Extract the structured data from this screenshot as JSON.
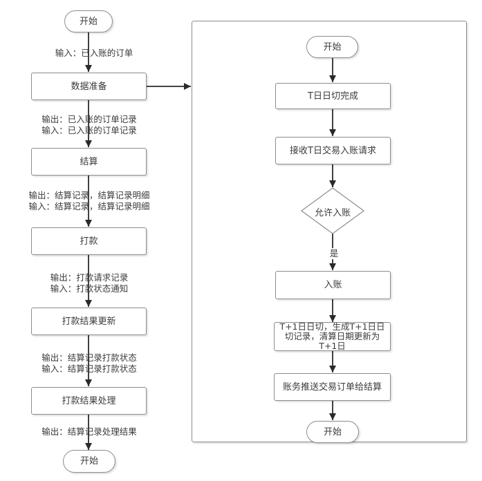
{
  "diagram": {
    "left_flow": {
      "start_label": "开始",
      "input_orders_label": "输入：已入账的订单",
      "data_prep": "数据准备",
      "out_posted_orders": "输出：已入账的订单记录",
      "in_posted_orders": "输入：已入账的订单记录",
      "settlement": "结算",
      "out_settlement_records": "输出：结算记录，结算记录明细",
      "in_settlement_records": "输入：结算记录，结算记录明细",
      "payment": "打款",
      "out_payment_request": "输出：打款请求记录",
      "in_payment_status": "输入：打款状态通知",
      "payment_result_update": "打款结果更新",
      "out_settlement_payment_status": "输出：结算记录打款状态",
      "in_settlement_payment_status": "输入：结算记录打款状态",
      "payment_result_process": "打款结果处理",
      "out_process_result": "输出：结算记录处理结果",
      "end_label": "开始"
    },
    "right_flow": {
      "start_label": "开始",
      "t_day_cutover_done": "T日日切完成",
      "receive_t_day_booking": "接收T日交易入账请求",
      "allow_booking_decision": "允许入账",
      "yes_label": "是",
      "booking": "入账",
      "t1_day_cutover": "T+1日日切，生成T+1日日切记录，清算日期更新为T+1日",
      "push_orders_to_settlement": "账务推送交易订单给结算",
      "end_label": "开始"
    },
    "colors": {
      "node_border": "#8c8c8c",
      "arrow": "#2a2a2a",
      "text": "#3b3b3b",
      "background": "#ffffff"
    }
  }
}
